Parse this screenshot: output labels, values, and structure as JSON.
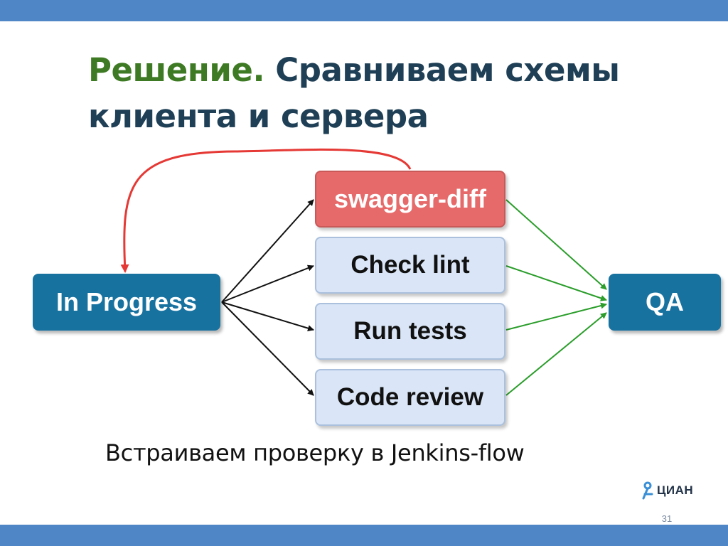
{
  "title": {
    "accent": "Решение.",
    "line1_rest": " Сравниваем схемы",
    "line2": "клиента и сервера"
  },
  "diagram": {
    "nodes": {
      "in_progress": "In Progress",
      "swagger_diff": "swagger-diff",
      "check_lint": "Check lint",
      "run_tests": "Run tests",
      "code_review": "Code review",
      "qa": "QA"
    },
    "colors": {
      "status_node": "#1872a0",
      "check_node": "#dae6f7",
      "highlight_node": "#e76a6a",
      "arrow_in": "#111111",
      "arrow_out": "#2a9d2a",
      "arrow_return": "#e53935"
    }
  },
  "subtitle": "Встраиваем проверку в Jenkins-flow",
  "logo": {
    "text": "ЦИАН",
    "icon": "cian-logo-icon"
  },
  "page_number": "31"
}
